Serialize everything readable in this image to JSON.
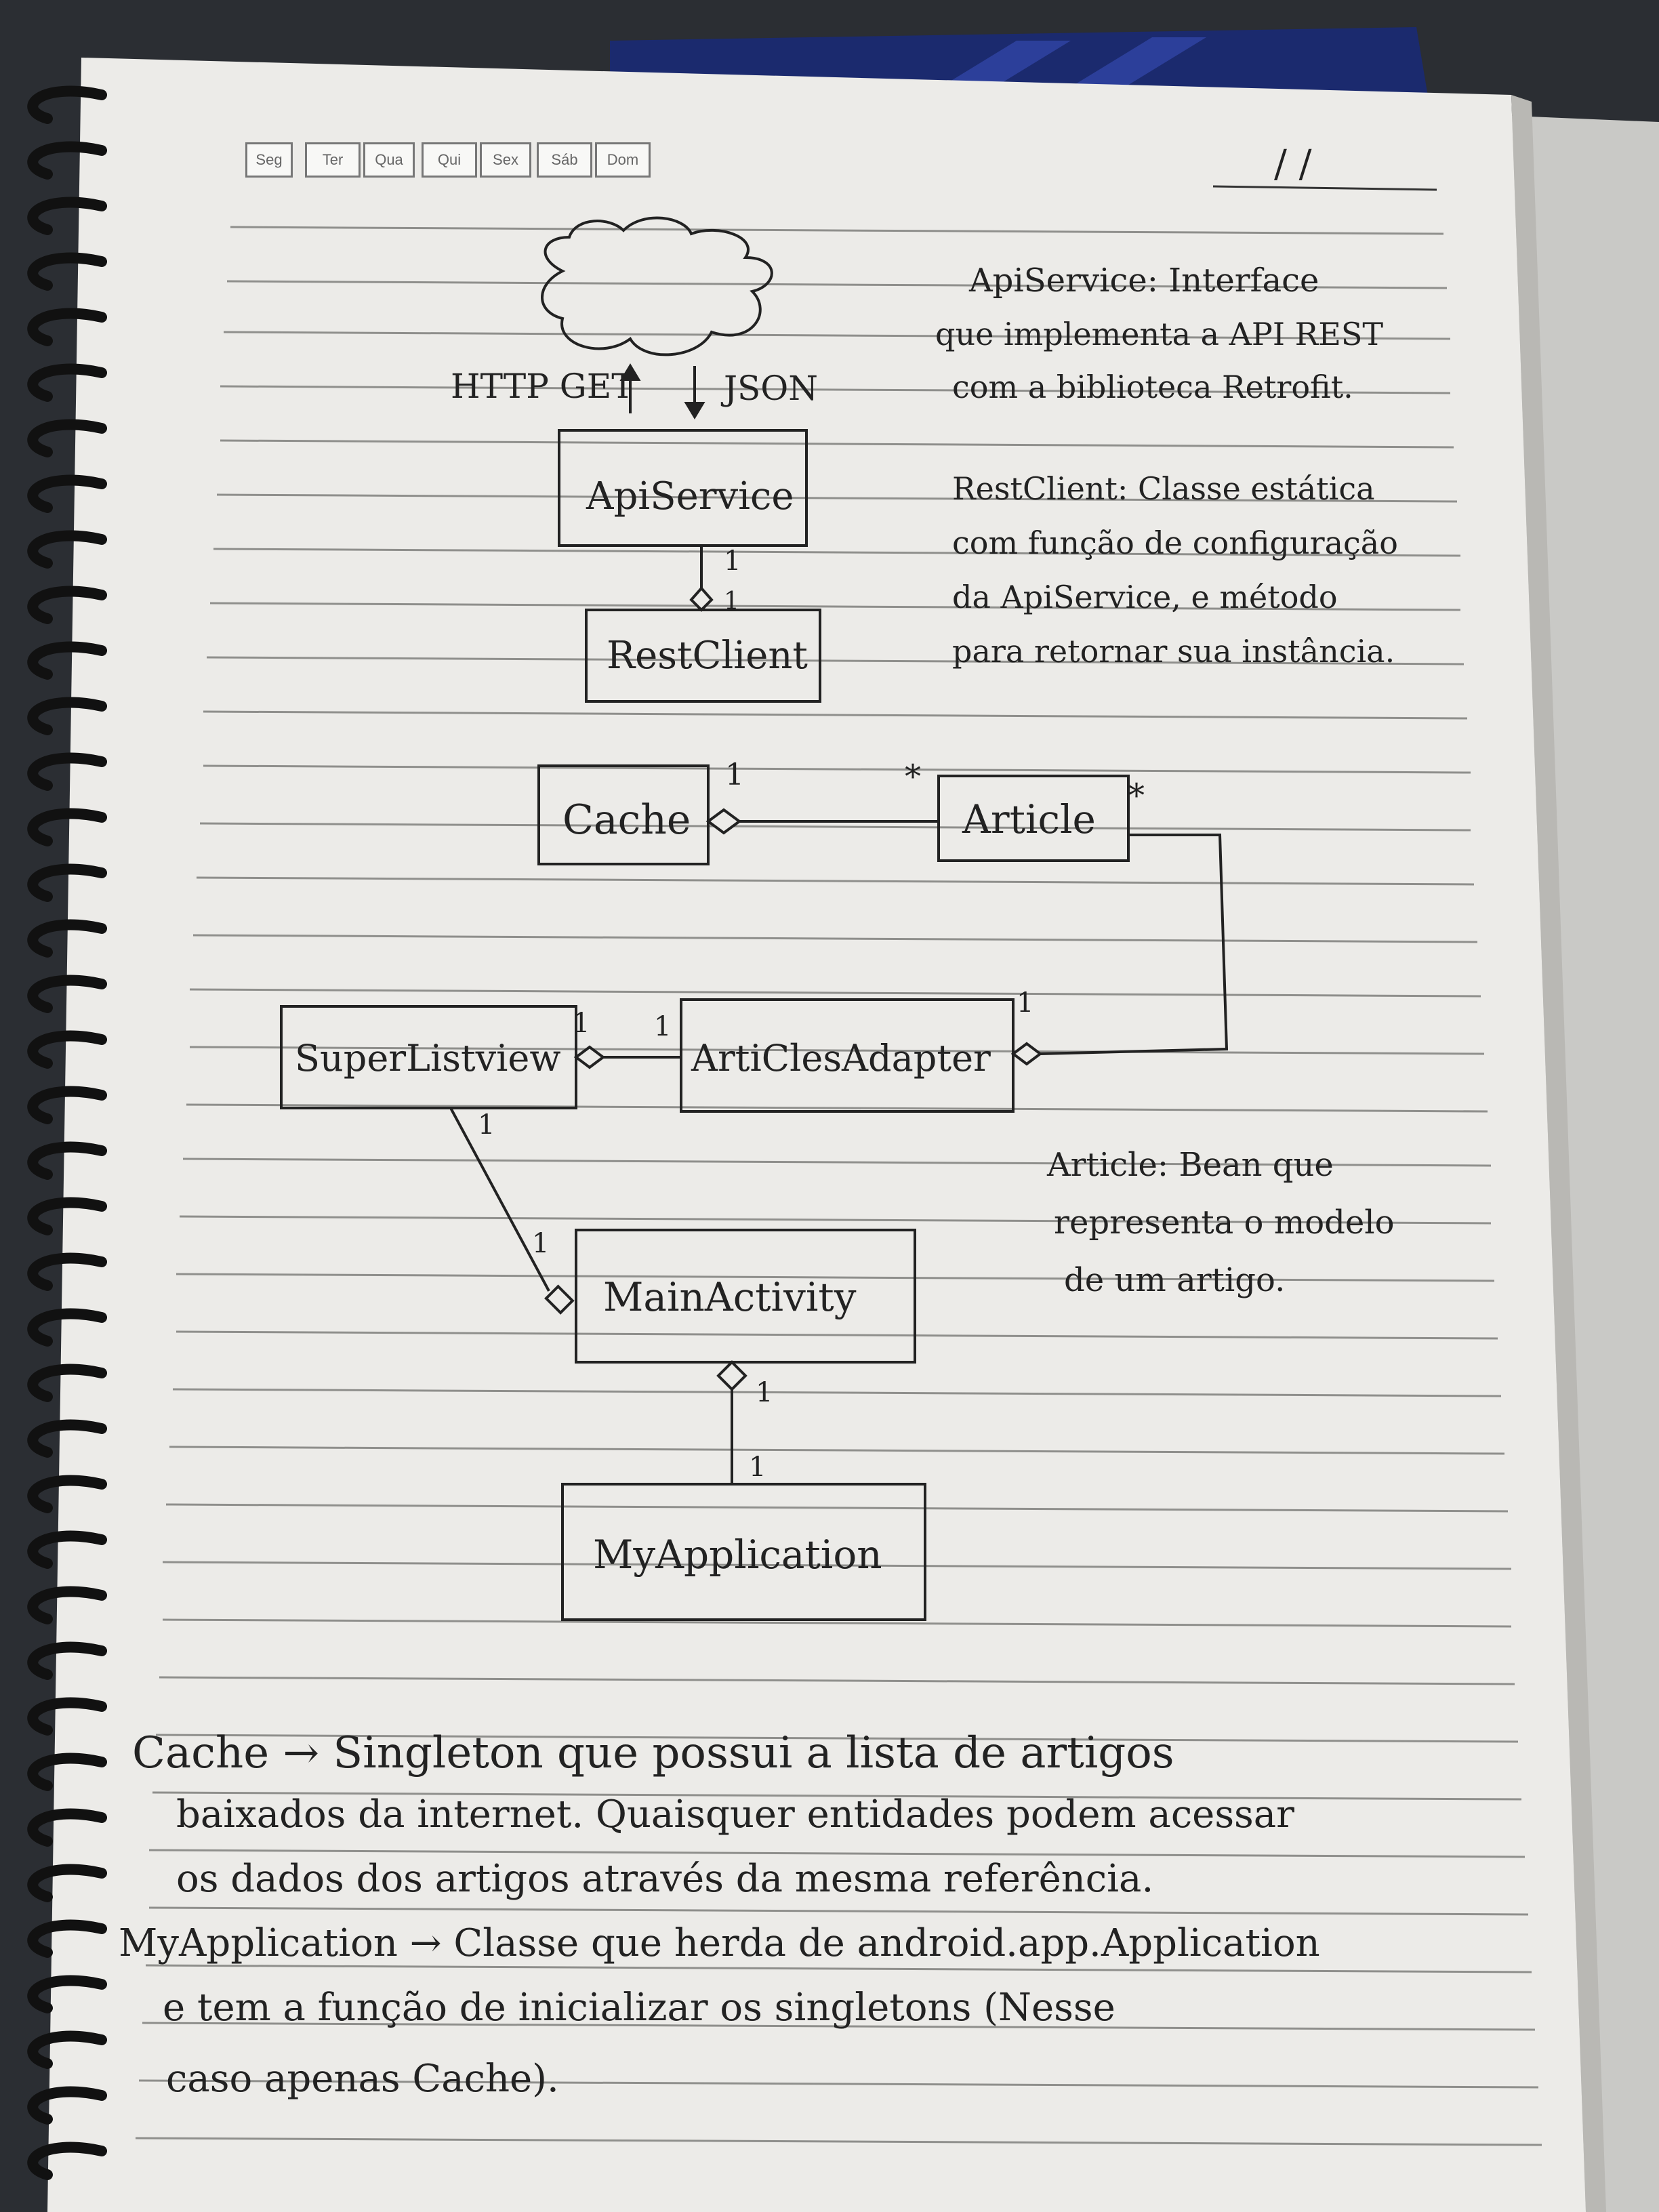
{
  "weekdays": [
    "Seg",
    "Ter",
    "Qua",
    "Qui",
    "Sex",
    "Sáb",
    "Dom"
  ],
  "date": "/ /",
  "network": {
    "request": "HTTP GET",
    "response": "JSON"
  },
  "classes": {
    "api_service": "ApiService",
    "rest_client": "RestClient",
    "cache": "Cache",
    "article": "Article",
    "superlistview": "SuperListview",
    "articles_adapter": "ArtiClesAdapter",
    "main_activity": "MainActivity",
    "my_application": "MyApplication"
  },
  "multiplicities": {
    "api_rest_top": "1",
    "api_rest_bottom": "1",
    "cache": "1",
    "article_left": "*",
    "article_right": "*",
    "slv_right": "1",
    "adapter_left": "1",
    "adapter_right": "1",
    "slv_bottom": "1",
    "main_left": "1",
    "main_bottom": "1",
    "app_top": "1"
  },
  "notes": {
    "api_service": [
      "ApiService: Interface",
      "que implementa a API REST",
      "com a biblioteca Retrofit."
    ],
    "rest_client": [
      "RestClient: Classe estática",
      "com função de configuração",
      "da ApiService, e método",
      "para retornar sua instância."
    ],
    "article": [
      "Article: Bean que",
      "representa o modelo",
      "de um artigo."
    ]
  },
  "bottom_notes": [
    "Cache → Singleton que possui a lista de artigos",
    "baixados da internet. Quaisquer entidades podem acessar",
    "os dados dos artigos através da mesma referência.",
    "MyApplication → Classe que herda de android.app.Application",
    "e tem a função de inicializar os singletons (Nesse",
    "caso apenas Cache)."
  ]
}
